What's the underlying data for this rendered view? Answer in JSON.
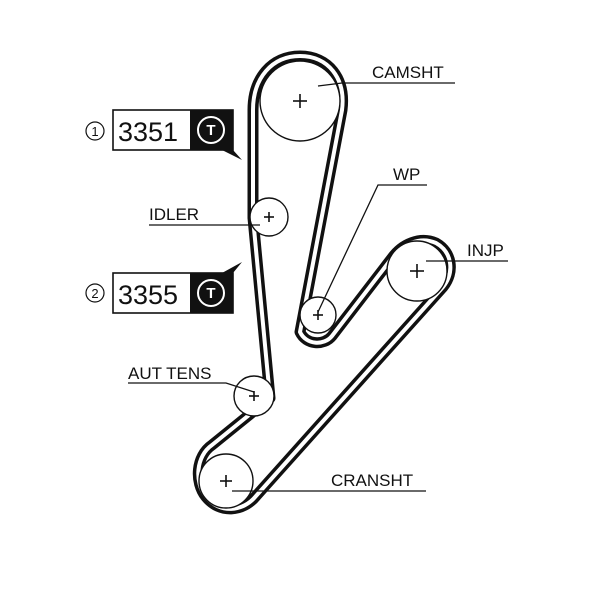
{
  "colors": {
    "belt": "#111111",
    "line": "#111111",
    "background": "#ffffff",
    "badge_fill": "#111111",
    "badge_text": "#ffffff"
  },
  "labels": {
    "camsht": "CAMSHT",
    "wp": "WP",
    "injp": "INJP",
    "idler": "IDLER",
    "aut_tens": "AUT TENS",
    "cranesht": "CRANSHT"
  },
  "parts": [
    {
      "number": "1",
      "code": "3351",
      "icon": "T"
    },
    {
      "number": "2",
      "code": "3355",
      "icon": "T"
    }
  ]
}
